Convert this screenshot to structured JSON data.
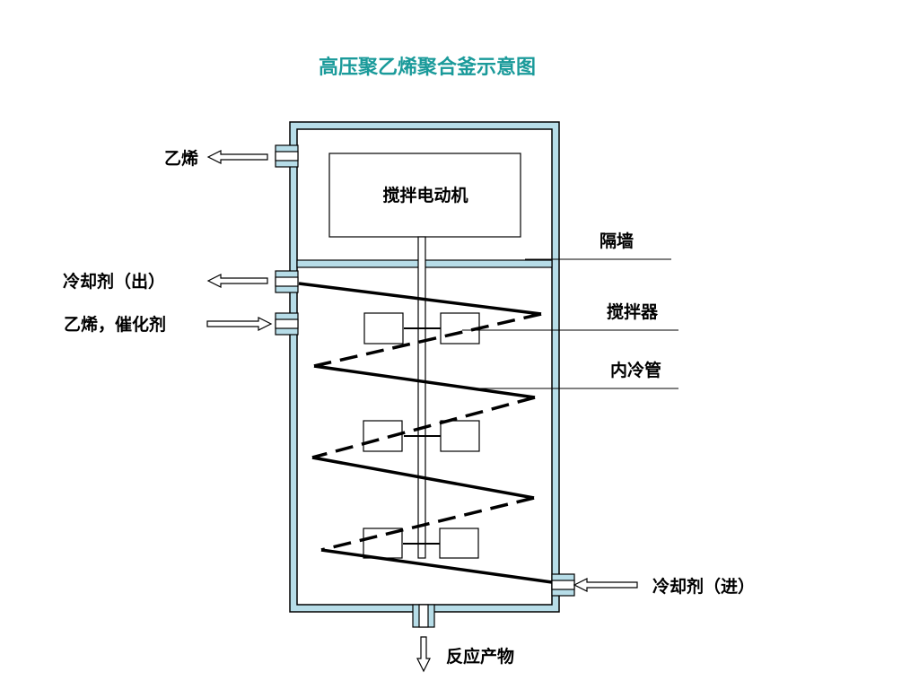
{
  "title": "高压聚乙烯聚合釜示意图",
  "motor_label": "搅拌电动机",
  "labels": {
    "ethylene_out": "乙烯",
    "coolant_out": "冷却剂（出）",
    "ethylene_catalyst_in": "乙烯，催化剂",
    "partition": "隔墙",
    "agitator": "搅拌器",
    "inner_cooling_tube": "内冷管",
    "coolant_in": "冷却剂（进）",
    "product": "反应产物"
  },
  "colors": {
    "title": "#1a9a9a",
    "vessel_fill": "#b7dde8",
    "outline": "#000000"
  }
}
